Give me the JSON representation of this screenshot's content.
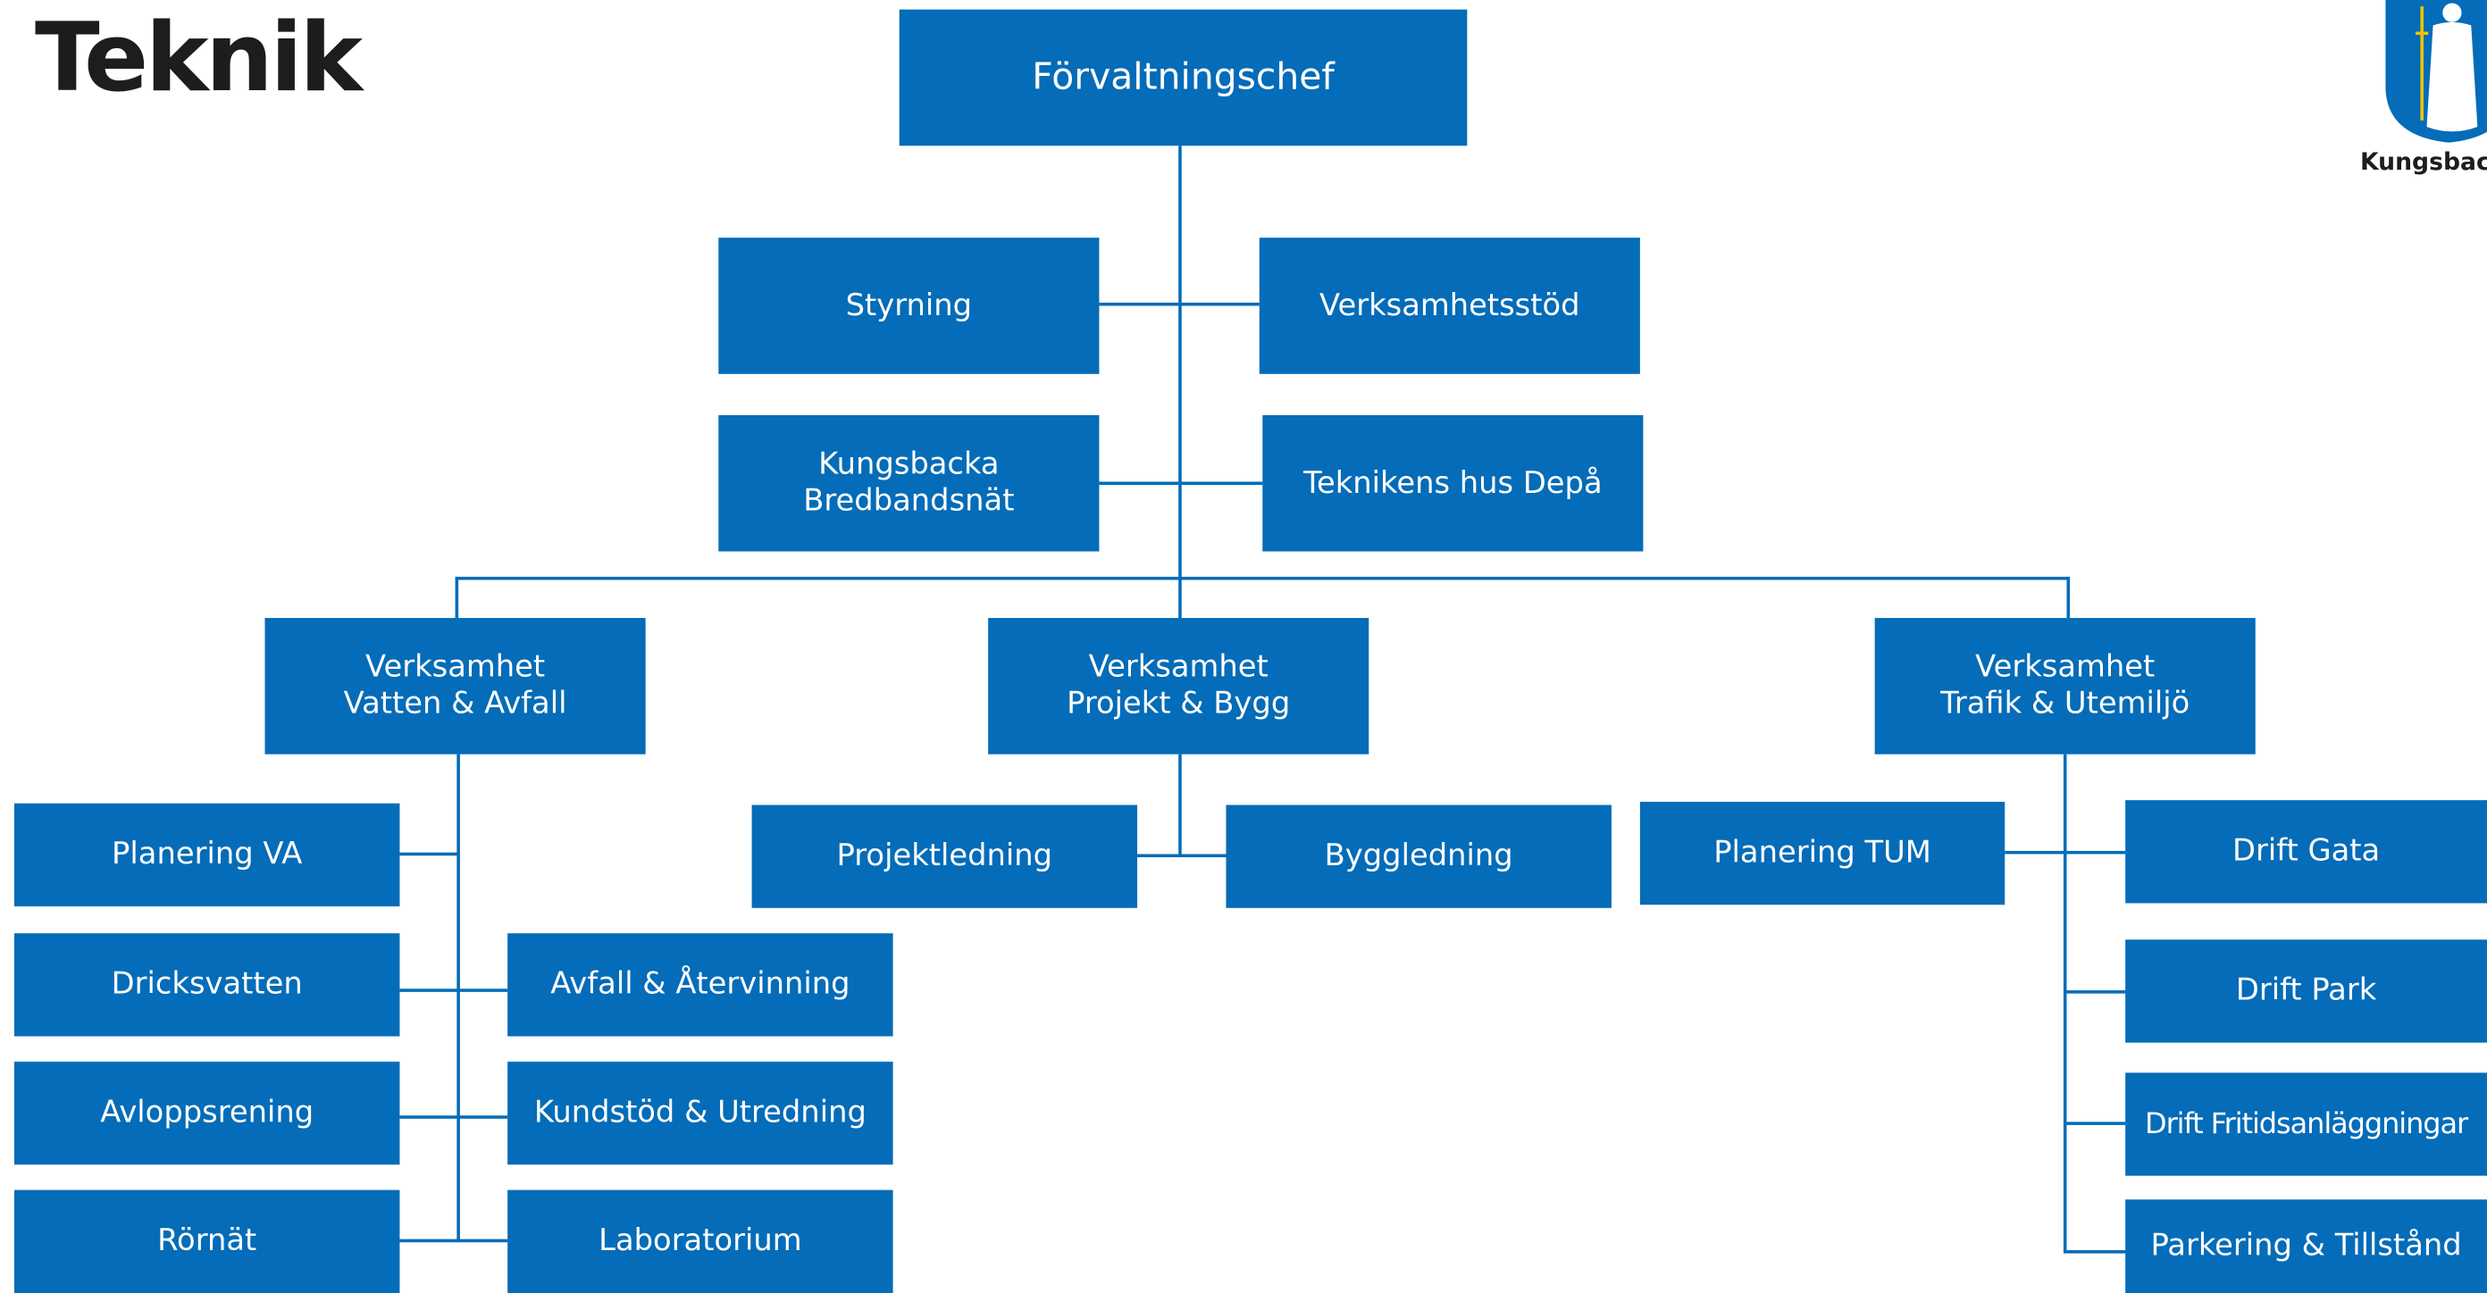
{
  "page_title": "Teknik",
  "logo": {
    "text": "Kungsbacka"
  },
  "colors": {
    "box": "#046cb8",
    "box_text": "#ffffff",
    "title": "#1d1d1b"
  },
  "boxes": {
    "chef": "Förvaltningschef",
    "styrning": "Styrning",
    "verksamhetsstod": "Verksamhetsstöd",
    "bredband": "Kungsbacka\nBredbandsnät",
    "depa": "Teknikens hus Depå",
    "va_avfall": "Verksamhet\nVatten & Avfall",
    "projekt_bygg": "Verksamhet\nProjekt & Bygg",
    "trafik": "Verksamhet\nTrafik & Utemiljö",
    "planering_va": "Planering VA",
    "dricksvatten": "Dricksvatten",
    "avloppsrening": "Avloppsrening",
    "rornat": "Rörnät",
    "avfall": "Avfall & Återvinning",
    "kundstod": "Kundstöd & Utredning",
    "laboratorium": "Laboratorium",
    "projektledning": "Projektledning",
    "byggledning": "Byggledning",
    "planering_tum": "Planering TUM",
    "drift_gata": "Drift Gata",
    "drift_park": "Drift Park",
    "drift_fritid": "Drift Fritidsanläggningar",
    "parkering": "Parkering & Tillstånd"
  }
}
